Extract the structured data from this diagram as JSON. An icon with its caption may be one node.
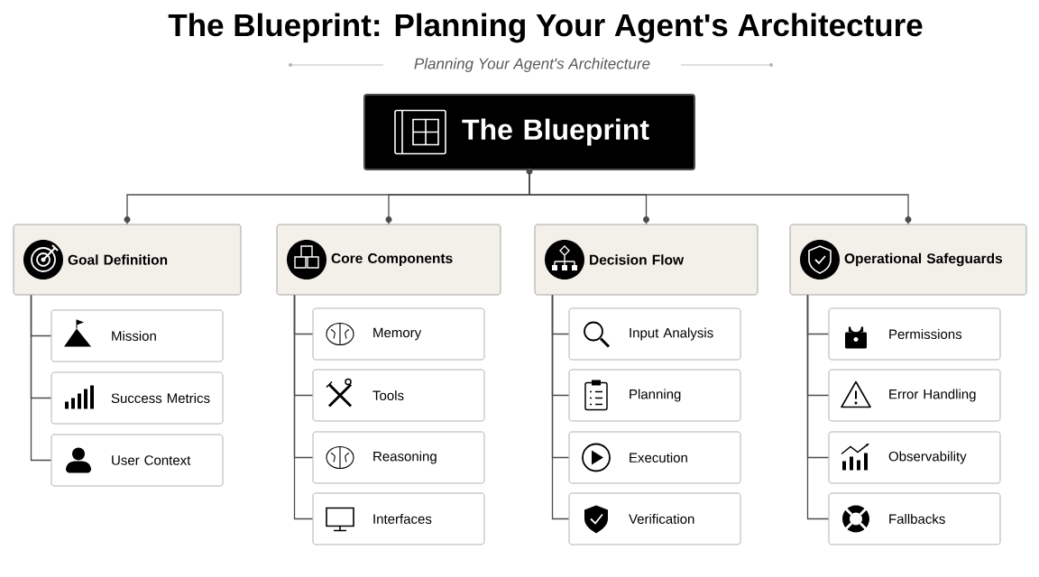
{
  "diagram": {
    "title": "The Blueprint: Planning Your Agent's Architecture",
    "labels": [
      "Planning Your Agent's Architecture"
    ],
    "nodes": [
      {
        "text": [
          "The Blueprint"
        ]
      },
      {
        "text": [
          "Goal Definition"
        ]
      },
      {
        "text": [
          "Core Components"
        ]
      },
      {
        "text": [
          "Decision Flow"
        ]
      },
      {
        "text": [
          "Operational Safeguards"
        ]
      },
      {
        "text": [
          "Mission"
        ]
      },
      {
        "text": [
          "Success Metrics"
        ]
      },
      {
        "text": [
          "User Context"
        ]
      },
      {
        "text": [
          "Memory"
        ]
      },
      {
        "text": [
          "Tools"
        ]
      },
      {
        "text": [
          "Reasoning"
        ]
      },
      {
        "text": [
          "Interfaces"
        ]
      },
      {
        "text": [
          "Input Analysis"
        ]
      },
      {
        "text": [
          "Planning"
        ]
      },
      {
        "text": [
          "Execution"
        ]
      },
      {
        "text": [
          "Verification"
        ]
      },
      {
        "text": [
          "Permissions"
        ]
      },
      {
        "text": [
          "Error Handling"
        ]
      },
      {
        "text": [
          "Observability"
        ]
      },
      {
        "text": [
          "Fallbacks"
        ]
      }
    ],
    "edges": [
      {
        "from": 0,
        "to": 1,
        "arrow": "none"
      },
      {
        "from": 0,
        "to": 2,
        "arrow": "none"
      },
      {
        "from": 0,
        "to": 3,
        "arrow": "none"
      },
      {
        "from": 0,
        "to": 4,
        "arrow": "none"
      },
      {
        "from": 1,
        "to": 5,
        "arrow": "none"
      },
      {
        "from": 1,
        "to": 6,
        "arrow": "none"
      },
      {
        "from": 1,
        "to": 7,
        "arrow": "none"
      },
      {
        "from": 2,
        "to": 8,
        "arrow": "none"
      },
      {
        "from": 2,
        "to": 9,
        "arrow": "none"
      },
      {
        "from": 2,
        "to": 10,
        "arrow": "none"
      },
      {
        "from": 2,
        "to": 11,
        "arrow": "none"
      },
      {
        "from": 3,
        "to": 12,
        "arrow": "none"
      },
      {
        "from": 3,
        "to": 13,
        "arrow": "none"
      },
      {
        "from": 3,
        "to": 14,
        "arrow": "none"
      },
      {
        "from": 3,
        "to": 15,
        "arrow": "none"
      },
      {
        "from": 4,
        "to": 16,
        "arrow": "none"
      },
      {
        "from": 4,
        "to": 17,
        "arrow": "none"
      },
      {
        "from": 4,
        "to": 18,
        "arrow": "none"
      },
      {
        "from": 4,
        "to": 19,
        "arrow": "none"
      }
    ]
  }
}
